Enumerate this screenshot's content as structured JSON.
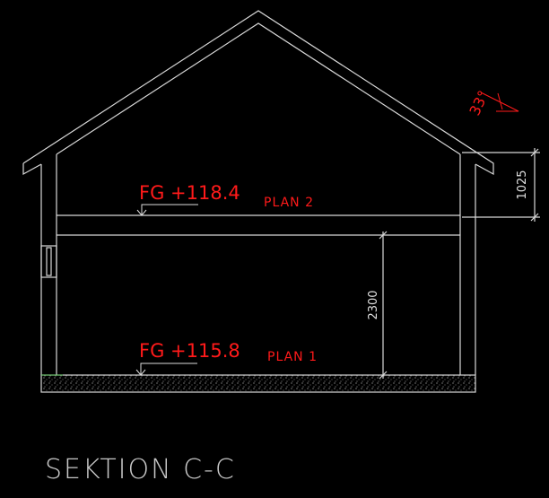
{
  "drawing": {
    "title": "SEKTION C-C",
    "levels": [
      {
        "label": "FG +118.4",
        "plan": "PLAN 2"
      },
      {
        "label": "FG +115.8",
        "plan": "PLAN 1"
      }
    ],
    "dimensions": {
      "floor_height": "2300",
      "eave_height": "1025"
    },
    "roof_slope": "33°",
    "colors": {
      "background": "#000000",
      "lines": "#d8d8d8",
      "annotation": "#ff1a1a"
    }
  }
}
